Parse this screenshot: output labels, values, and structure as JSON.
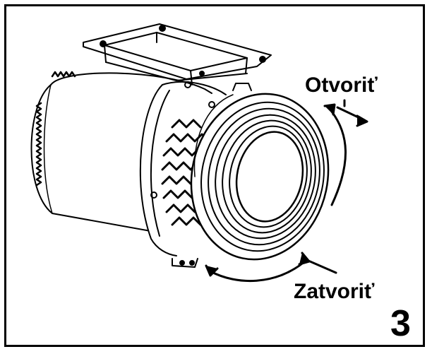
{
  "labels": {
    "open": "Otvoriť",
    "close": "Zatvoriť",
    "step_number": "3"
  },
  "icons": {
    "open_arrow": "curved-arrow-counterclockwise-icon",
    "close_arrow": "curved-arrow-clockwise-icon"
  },
  "colors": {
    "line": "#000000",
    "background": "#ffffff"
  }
}
